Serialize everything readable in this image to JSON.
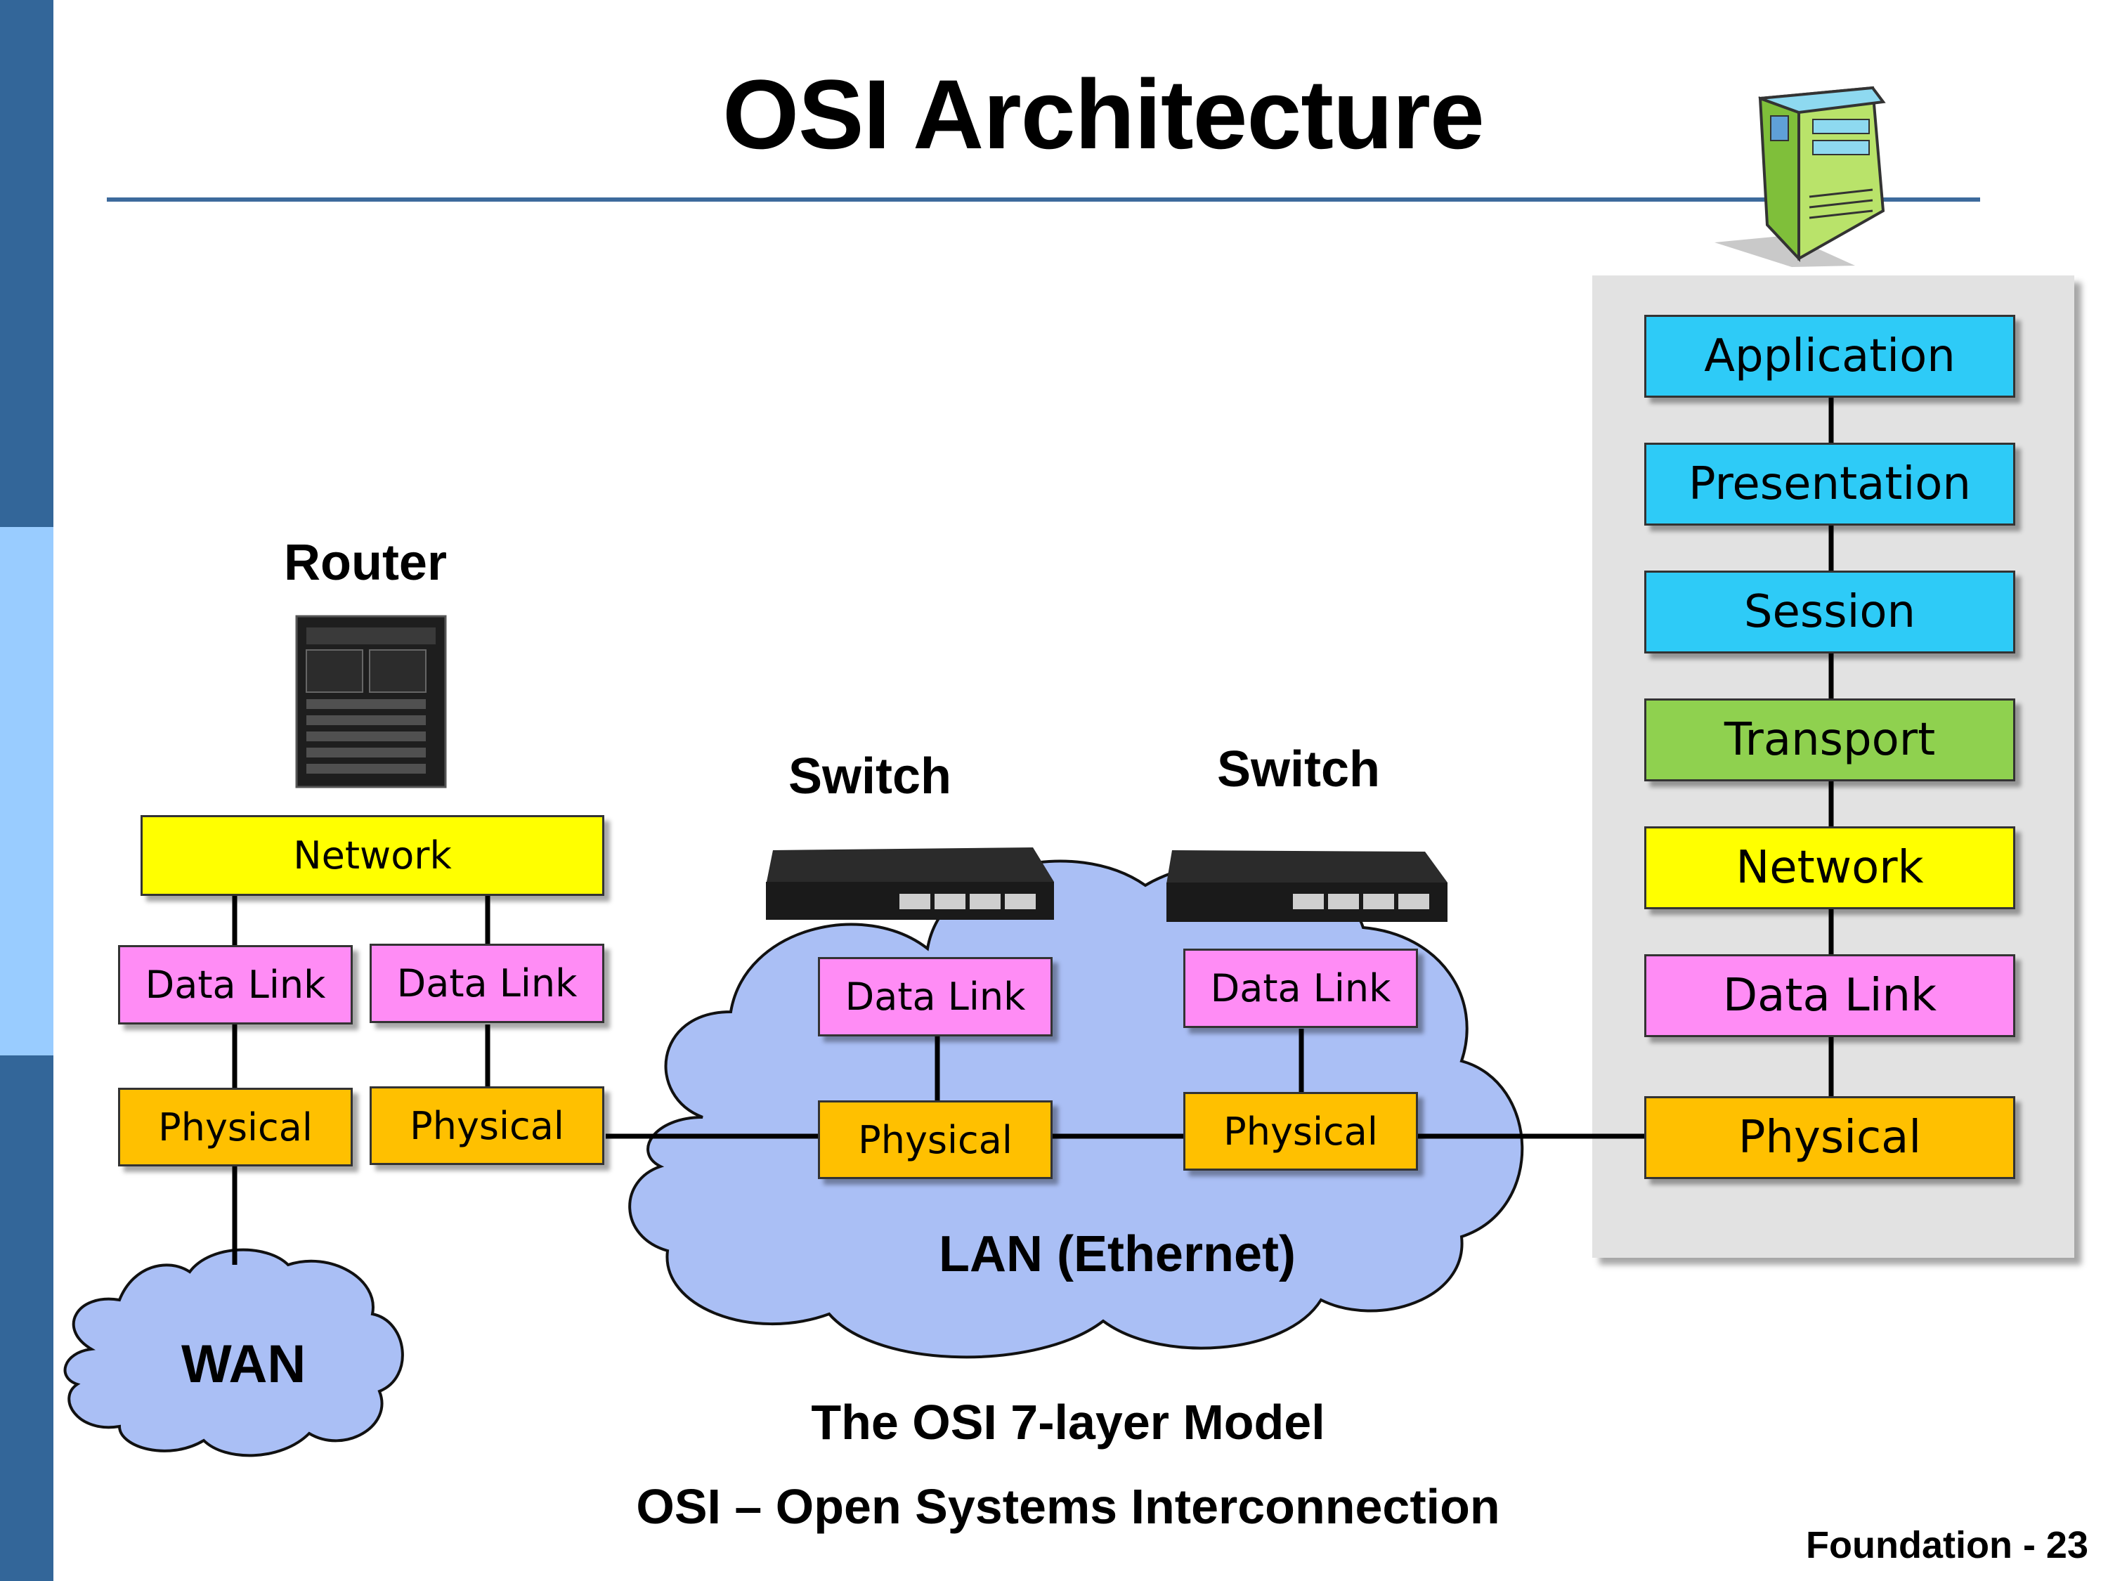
{
  "slide": {
    "title": "OSI Architecture",
    "footer": "Foundation - 23",
    "caption_line1": "The OSI 7-layer Model",
    "caption_line2": "OSI – Open Systems Interconnection"
  },
  "devices": {
    "router_label": "Router",
    "switch1_label": "Switch",
    "switch2_label": "Switch",
    "server_icon": "server-tower-icon",
    "router_icon": "router-chassis-icon",
    "switch_icon": "ethernet-switch-icon"
  },
  "clouds": {
    "lan_label": "LAN (Ethernet)",
    "wan_label": "WAN"
  },
  "router_stack": {
    "network": "Network",
    "datalink_left": "Data Link",
    "datalink_right": "Data Link",
    "physical_left": "Physical",
    "physical_right": "Physical"
  },
  "switch1_stack": {
    "datalink": "Data Link",
    "physical": "Physical"
  },
  "switch2_stack": {
    "datalink": "Data Link",
    "physical": "Physical"
  },
  "host_stack": {
    "layers": [
      "Application",
      "Presentation",
      "Session",
      "Transport",
      "Network",
      "Data Link",
      "Physical"
    ]
  },
  "colors": {
    "application_layers": "#2ecbf7",
    "transport": "#8fd14f",
    "network": "#ffff00",
    "data_link": "#ff8cf5",
    "physical": "#ffc000",
    "cloud": "#aabff5",
    "rule": "#3d6a9c"
  }
}
